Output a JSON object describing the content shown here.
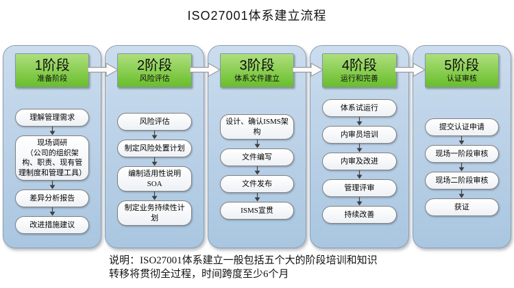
{
  "title": "ISO27001体系建立流程",
  "note": "说明：ISO27001体系建立一般包括五个大的阶段培训和知识\n转移将贯彻全过程，时间跨度至少6个月",
  "stages": [
    {
      "name": "1阶段",
      "subtitle": "准备阶段",
      "steps": [
        "理解管理需求",
        "现场调研\n（公司的组织架构、职责、现有管理制度和管理工具）",
        "差异分析报告",
        "改进措施建议"
      ]
    },
    {
      "name": "2阶段",
      "subtitle": "风险评估",
      "steps": [
        "风险评估",
        "制定风险处置计划",
        "编制适用性说明SOA",
        "制定业务持续性计划"
      ]
    },
    {
      "name": "3阶段",
      "subtitle": "体系文件建立",
      "steps": [
        "设计、确认ISMS架构",
        "文件编写",
        "文件发布",
        "ISMS宣贯"
      ]
    },
    {
      "name": "4阶段",
      "subtitle": "运行和完善",
      "steps": [
        "体系试运行",
        "内审员培训",
        "内审及改进",
        "管理评审",
        "持续改善"
      ]
    },
    {
      "name": "5阶段",
      "subtitle": "认证审核",
      "steps": [
        "提交认证申请",
        "现场一阶段审核",
        "现场二阶段审核",
        "获证"
      ]
    }
  ],
  "colors": {
    "stage_green_top": "#aede7d",
    "stage_green_bottom": "#68be2b",
    "panel_blue_top": "#cbdcee",
    "panel_blue_bottom": "#a9c6e0",
    "panel_border": "#8d9dad",
    "step_box_border": "#7f7f7f",
    "arrow_fill": "#fcfcfc",
    "arrow_stroke": "#999999",
    "small_arrow": "#404040",
    "text": "#000000"
  }
}
